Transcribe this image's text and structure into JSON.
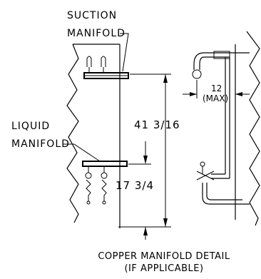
{
  "labels": {
    "suction_line1": "SUCTION",
    "suction_line2": "MANIFOLD",
    "liquid_line1": "LIQUID",
    "liquid_line2": "MANIFOLD"
  },
  "dimensions": {
    "overall": "41 3/16",
    "lower": "17 3/4",
    "offset_value": "12",
    "offset_note": "(MAX)"
  },
  "caption": {
    "line1": "COPPER MANIFOLD DETAIL",
    "line2": "(IF APPLICABLE)"
  }
}
